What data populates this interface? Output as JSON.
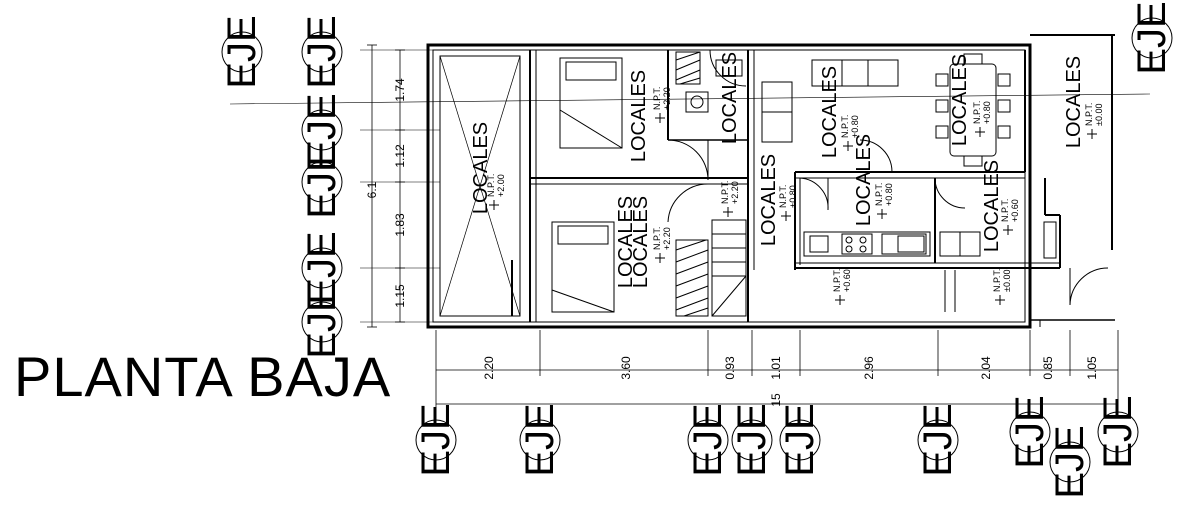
{
  "title": "PLANTA BAJA",
  "axis_marker": "EJE",
  "room_label": "LOCALES",
  "npt": {
    "code": "N.P.T.",
    "terrace": "+2.00",
    "upper_bedroom": "+2.20",
    "stair_top": "+2.20",
    "lower_bedroom": "+2.20",
    "living": "+0.80",
    "hall": "+0.80",
    "kitchen": "+0.80",
    "dining": "+0.80",
    "laundry": "+0.60",
    "corridor": "+0.60",
    "entrance": "±0.00",
    "garage": "±0.00"
  },
  "vertical_dims": {
    "d1": "1.74",
    "d2": "1.12",
    "d3": "1.83",
    "d4": "1.15",
    "total": "6.1"
  },
  "horizontal_dims": {
    "d1": "2.20",
    "d2": "3.60",
    "d3": "0.93",
    "d4": "1.01",
    "d5": "2.96",
    "d6": "2.04",
    "d7": "0.85",
    "d8": "1.05",
    "total": "15"
  }
}
